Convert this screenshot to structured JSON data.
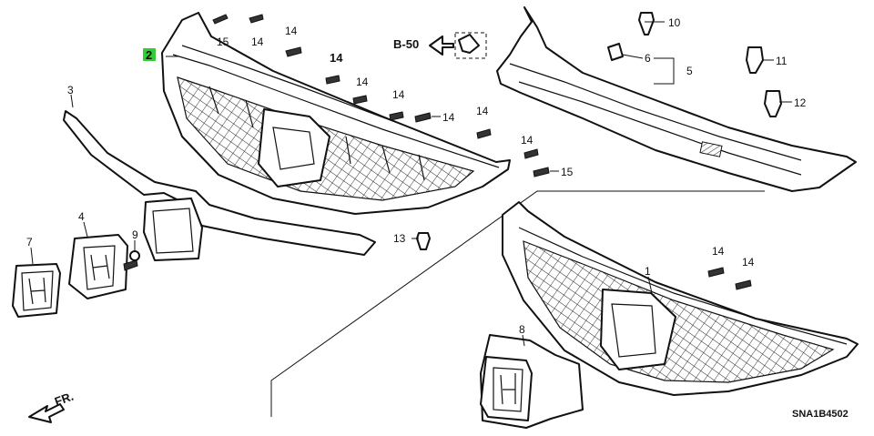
{
  "diagram": {
    "drawing_code": "SNA1B4502",
    "front_label": "FR.",
    "ref_label": "B-50",
    "highlight_color": "#33cc33",
    "callouts": [
      {
        "id": "c2",
        "text": "2",
        "highlight": true
      },
      {
        "id": "c3",
        "text": "3"
      },
      {
        "id": "c4",
        "text": "4"
      },
      {
        "id": "c7",
        "text": "7"
      },
      {
        "id": "c9",
        "text": "9"
      },
      {
        "id": "c15a",
        "text": "15"
      },
      {
        "id": "c14a",
        "text": "14"
      },
      {
        "id": "c14b",
        "text": "14"
      },
      {
        "id": "c14c",
        "text": "14"
      },
      {
        "id": "c14d",
        "text": "14"
      },
      {
        "id": "c14e",
        "text": "14"
      },
      {
        "id": "c14f",
        "text": "14"
      },
      {
        "id": "c14g",
        "text": "14"
      },
      {
        "id": "c14h",
        "text": "14"
      },
      {
        "id": "c15b",
        "text": "15"
      },
      {
        "id": "c13",
        "text": "13"
      },
      {
        "id": "c10",
        "text": "10"
      },
      {
        "id": "c6",
        "text": "6"
      },
      {
        "id": "c5",
        "text": "5"
      },
      {
        "id": "c11",
        "text": "11"
      },
      {
        "id": "c12",
        "text": "12"
      },
      {
        "id": "c1",
        "text": "1"
      },
      {
        "id": "c14i",
        "text": "14"
      },
      {
        "id": "c14j",
        "text": "14"
      },
      {
        "id": "c8",
        "text": "8"
      }
    ]
  }
}
